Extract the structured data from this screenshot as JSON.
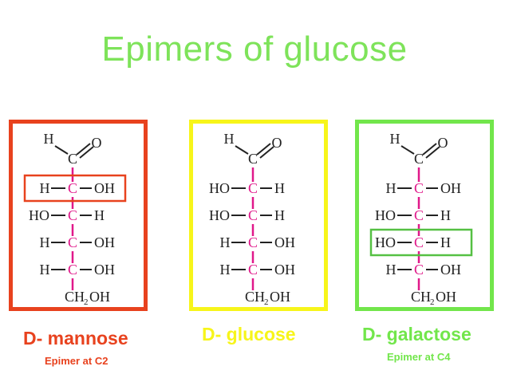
{
  "title": "Epimers of glucose",
  "colors": {
    "title": "#7ee35a",
    "mannose": "#e8421e",
    "glucose": "#f7f51a",
    "galactose": "#72e64b",
    "carbon": "#e0188a",
    "highlight_mannose": "#e8421e",
    "highlight_galactose": "#55c043",
    "ink": "#222222"
  },
  "aldehyde": {
    "h": "H",
    "o": "O",
    "c": "C"
  },
  "terminal": {
    "ch": "CH",
    "sub": "2",
    "oh": "OH"
  },
  "panels": [
    {
      "id": "mannose",
      "name": "D- mannose",
      "note": "Epimer at C2",
      "rows": [
        {
          "left": "H",
          "carbon": "C",
          "right": "OH"
        },
        {
          "left": "HO",
          "carbon": "C",
          "right": "H"
        },
        {
          "left": "H",
          "carbon": "C",
          "right": "OH"
        },
        {
          "left": "H",
          "carbon": "C",
          "right": "OH"
        }
      ],
      "highlight_row": 0
    },
    {
      "id": "glucose",
      "name": "D- glucose",
      "note": "",
      "rows": [
        {
          "left": "HO",
          "carbon": "C",
          "right": "H"
        },
        {
          "left": "HO",
          "carbon": "C",
          "right": "H"
        },
        {
          "left": "H",
          "carbon": "C",
          "right": "OH"
        },
        {
          "left": "H",
          "carbon": "C",
          "right": "OH"
        }
      ],
      "highlight_row": -1
    },
    {
      "id": "galactose",
      "name": "D- galactose",
      "note": "Epimer at C4",
      "rows": [
        {
          "left": "H",
          "carbon": "C",
          "right": "OH"
        },
        {
          "left": "HO",
          "carbon": "C",
          "right": "H"
        },
        {
          "left": "HO",
          "carbon": "C",
          "right": "H"
        },
        {
          "left": "H",
          "carbon": "C",
          "right": "OH"
        }
      ],
      "highlight_row": 2
    }
  ]
}
